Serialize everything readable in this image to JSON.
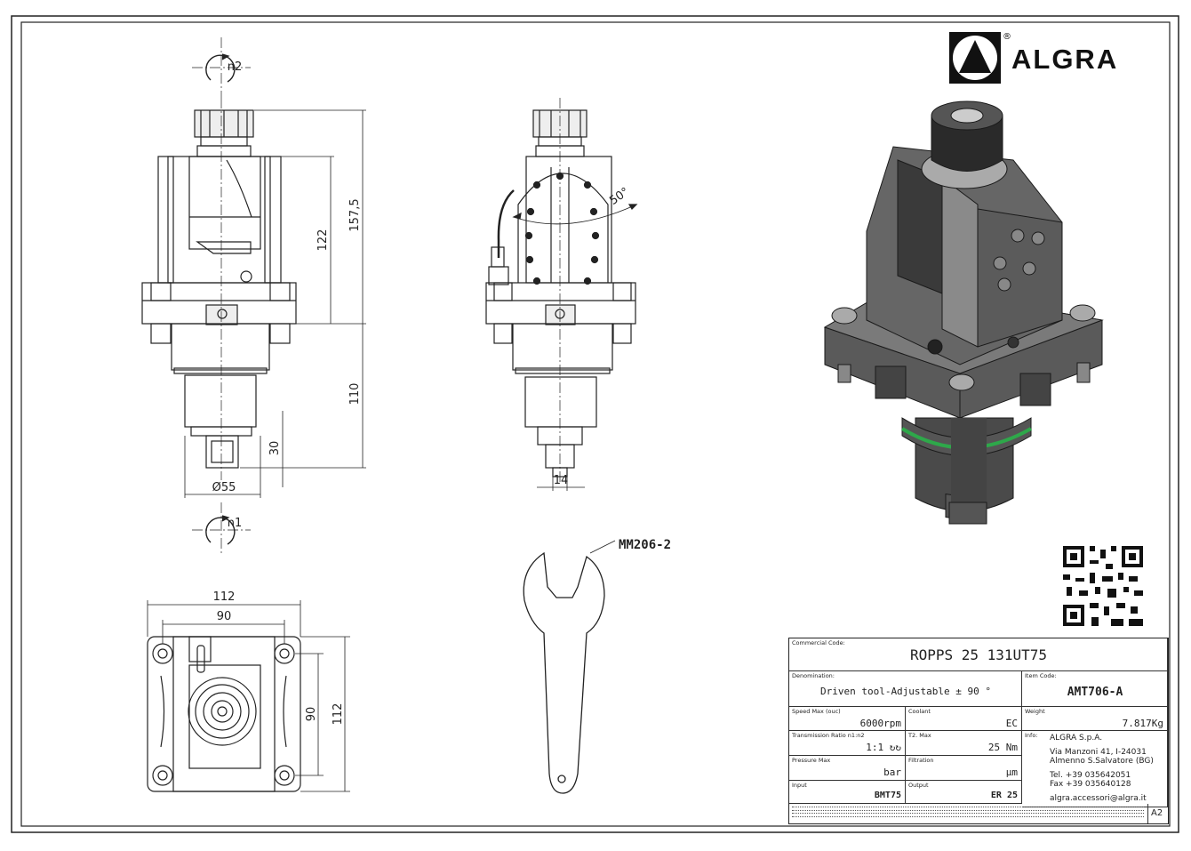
{
  "brand": {
    "name": "ALGRA",
    "registered": "®"
  },
  "dimensions": {
    "h_total": "157,5",
    "h_body": "122",
    "h_lower": "110",
    "h_shaft": "30",
    "diameter": "Ø55",
    "tang": "14",
    "angle": "50°",
    "width_outer_top": "112",
    "width_inner_top": "90",
    "height_inner_side": "90",
    "height_outer_side": "112"
  },
  "rotation": {
    "top": "n2",
    "bottom": "n1"
  },
  "wrench": {
    "code": "MM206-2"
  },
  "title_block": {
    "commercial_code_label": "Commercial Code:",
    "commercial_code": "ROPPS 25 131UT75",
    "denomination_label": "Denomination:",
    "denomination": "Driven tool-Adjustable ± 90 °",
    "item_code_label": "Item Code:",
    "item_code": "AMT706-A",
    "speed_label": "Speed Max (ouc)",
    "speed": "6000rpm",
    "coolant_label": "Coolant",
    "coolant": "EC",
    "weight_label": "Weight",
    "weight": "7.817Kg",
    "ratio_label": "Transmission Ratio n1:n2",
    "ratio": "1:1",
    "torque_label": "T2. Max",
    "torque": "25",
    "torque_unit": "Nm",
    "info_label": "Info:",
    "info_company": "ALGRA S.p.A.",
    "info_address1": "Via Manzoni 41, I-24031",
    "info_address2": "Almenno S.Salvatore (BG)",
    "info_tel": "Tel. +39 035642051",
    "info_fax": "Fax +39 035640128",
    "info_email": "algra.accessori@algra.it",
    "pressure_label": "Pressure Max",
    "pressure_unit": "bar",
    "filtration_label": "Filtration",
    "filtration_unit": "µm",
    "input_label": "Input",
    "input": "BMT75",
    "output_label": "Output",
    "output": "ER 25",
    "sheet_size": "A2"
  }
}
